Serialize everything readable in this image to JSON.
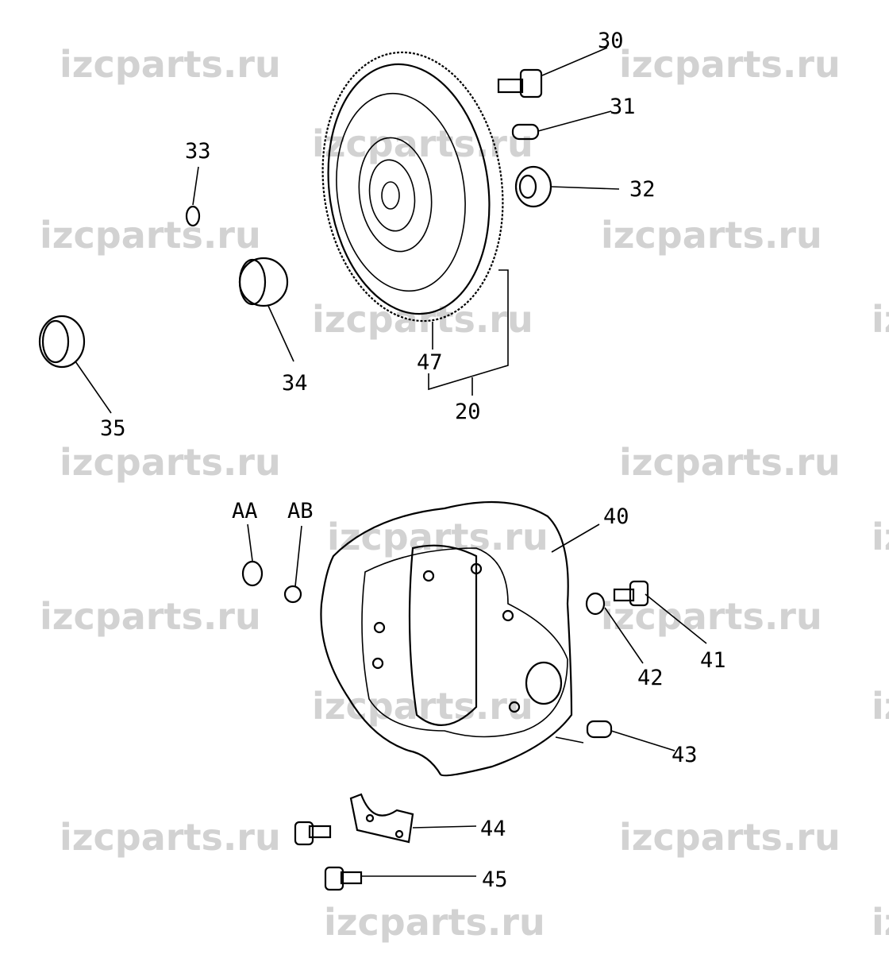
{
  "watermark": "izcparts.ru",
  "labels": {
    "p30": "30",
    "p31": "31",
    "p32": "32",
    "p33": "33",
    "p34": "34",
    "p35": "35",
    "p47": "47",
    "p20": "20",
    "pAA": "AA",
    "pAB": "AB",
    "p40": "40",
    "p41": "41",
    "p42": "42",
    "p43": "43",
    "p44": "44",
    "p45": "45"
  }
}
